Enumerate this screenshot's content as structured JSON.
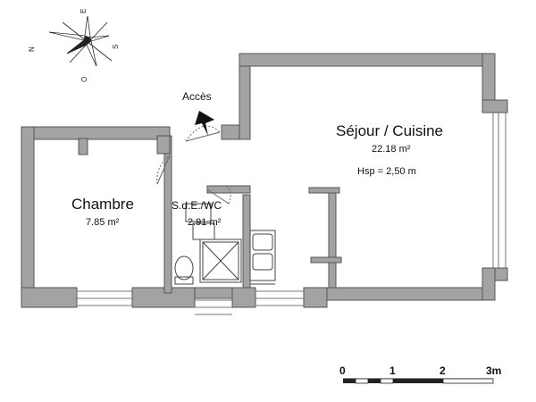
{
  "compass": {
    "n": "N",
    "e": "E",
    "s": "S",
    "o": "O"
  },
  "access": {
    "label": "Accès"
  },
  "rooms": [
    {
      "id": "sejour",
      "name": "Séjour / Cuisine",
      "area": "22.18 m²",
      "height": "Hsp =  2,50 m"
    },
    {
      "id": "chambre",
      "name": "Chambre",
      "area": "7.85 m²"
    },
    {
      "id": "sde",
      "name": "S.d.E./WC",
      "area": "2.91 m²"
    }
  ],
  "scale": {
    "ticks": [
      "0",
      "1",
      "2",
      "3m"
    ]
  },
  "colors": {
    "wall": "#a3a3a3",
    "wall_edge": "#555555",
    "fixture": "#444444"
  }
}
